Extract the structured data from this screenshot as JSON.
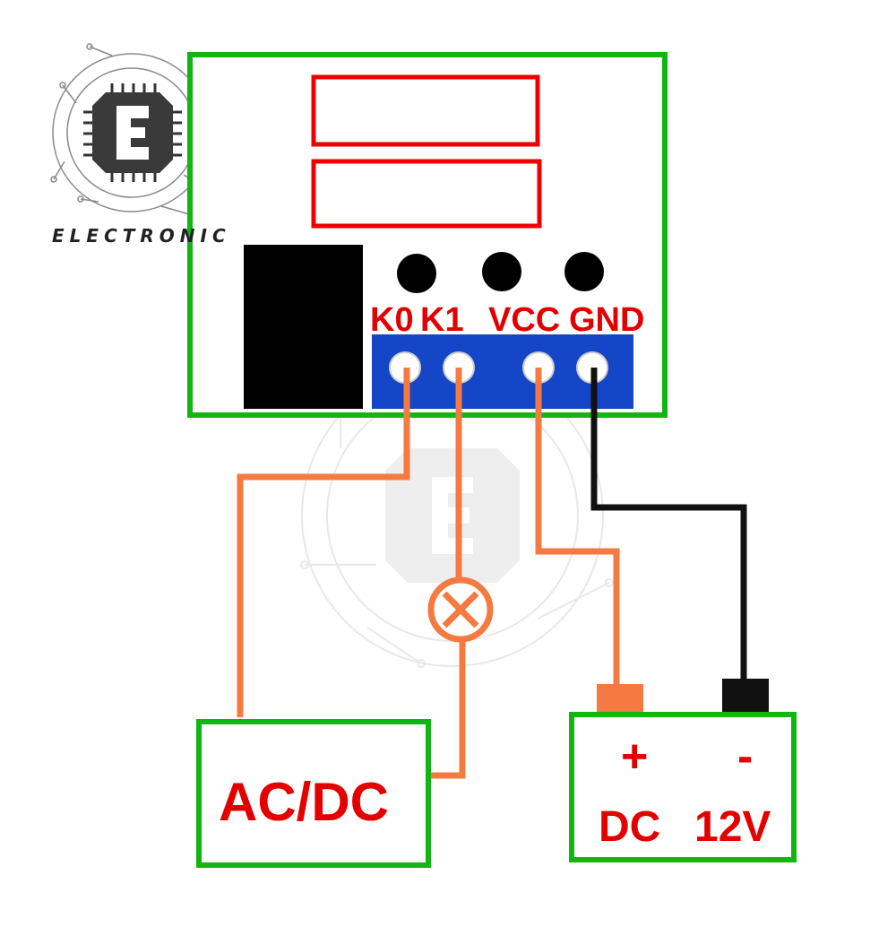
{
  "logo": {
    "text": "ELECTRONIC",
    "letter": "E"
  },
  "module": {
    "terminal_labels": [
      "K0",
      "K1",
      "VCC",
      "GND"
    ]
  },
  "load_box": {
    "label": "AC/DC"
  },
  "power_box": {
    "plus": "+",
    "minus": "-",
    "label_left": "DC",
    "label_right": "12V"
  },
  "colors": {
    "board_border": "#12b512",
    "display_border": "#ee0000",
    "terminal_block": "#1646c8",
    "wire_orange": "#f47a42",
    "wire_black": "#111111",
    "label_red": "#e30000",
    "relay": "#000000"
  },
  "icons": [
    "electronic-chip-logo-icon",
    "lamp-icon",
    "watermark-chip-icon"
  ]
}
